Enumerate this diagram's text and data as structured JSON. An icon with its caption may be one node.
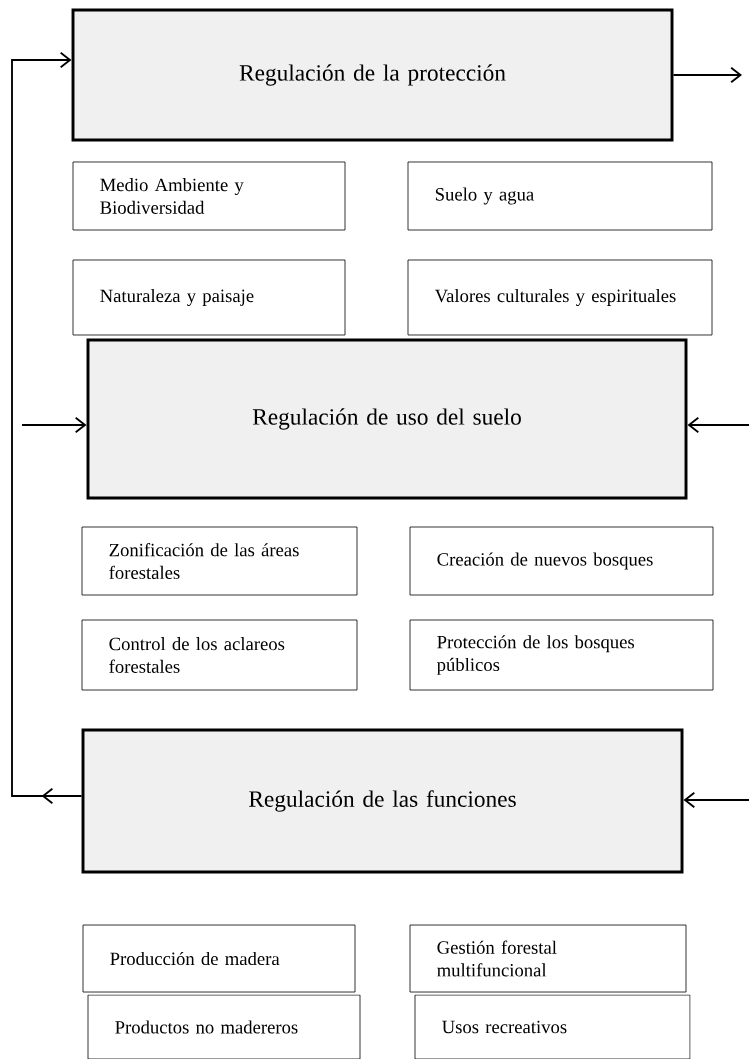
{
  "diagram": {
    "nodes": [
      {
        "text": [
          "Regulación de la protección"
        ]
      },
      {
        "text": [
          "Medio Ambiente y Biodiversidad"
        ]
      },
      {
        "text": [
          "Suelo y agua"
        ]
      },
      {
        "text": [
          "Naturaleza y paisaje"
        ]
      },
      {
        "text": [
          "Valores culturales y espirituales"
        ]
      },
      {
        "text": [
          "Regulación de uso del suelo"
        ]
      },
      {
        "text": [
          "Zonificación de las áreas forestales"
        ]
      },
      {
        "text": [
          "Creación de nuevos bosques"
        ]
      },
      {
        "text": [
          "Control de los aclareos forestales"
        ]
      },
      {
        "text": [
          "Protección de los bosques públicos"
        ]
      },
      {
        "text": [
          "Regulación de las funciones"
        ]
      },
      {
        "text": [
          "Producción de madera"
        ]
      },
      {
        "text": [
          "Gestión forestal multifuncional"
        ]
      },
      {
        "text": [
          "Productos no madereros"
        ]
      },
      {
        "text": [
          "Usos recreativos"
        ]
      }
    ],
    "edges": [
      {
        "from": 10,
        "to": 0,
        "arrow": "to"
      },
      {
        "from": 0,
        "to": null,
        "arrow": "to"
      },
      {
        "from": null,
        "to": 5,
        "arrow": "to"
      },
      {
        "from": null,
        "to": 5,
        "arrow": "to"
      },
      {
        "from": null,
        "to": 10,
        "arrow": "to"
      }
    ]
  }
}
